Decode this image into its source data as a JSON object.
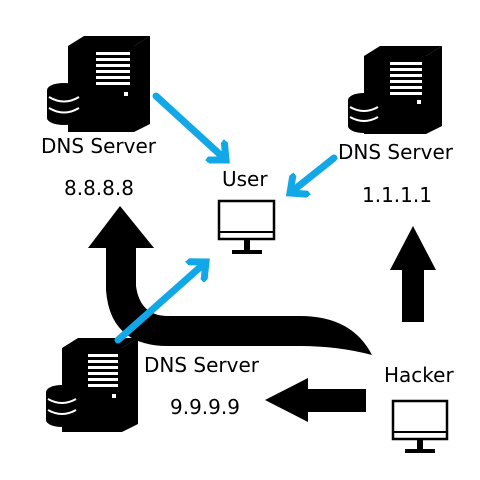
{
  "colors": {
    "dark": "#000000",
    "accent": "#12a8e8",
    "background": "#ffffff"
  },
  "icons": [
    "server-icon",
    "database-icon",
    "monitor-icon"
  ],
  "servers": {
    "google": {
      "label": "DNS Server",
      "ip": "8.8.8.8"
    },
    "cloudflare": {
      "label": "DNS Server",
      "ip": "1.1.1.1"
    },
    "quad9": {
      "label": "DNS Server",
      "ip": "9.9.9.9"
    }
  },
  "user": {
    "label": "User"
  },
  "hacker": {
    "label": "Hacker"
  }
}
